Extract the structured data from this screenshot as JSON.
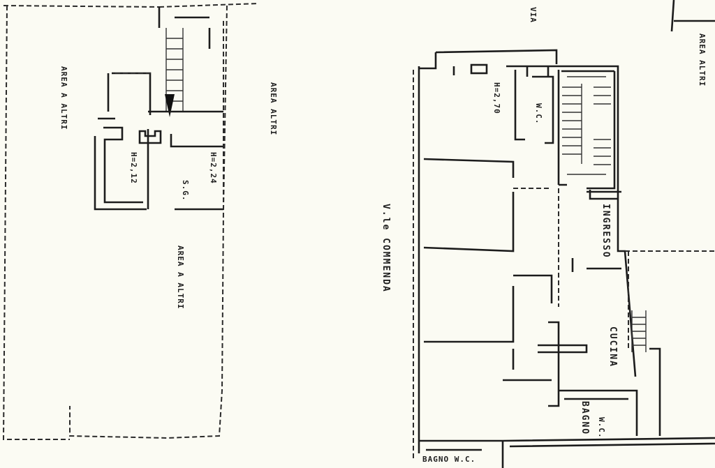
{
  "plan": {
    "street_label": "V.le COMMENDA",
    "top_street_label": "VIA",
    "rooms": {
      "ingresso": "INGRESSO",
      "cucina": "CUCINA",
      "bagno": "BAGNO",
      "wc_bottom": "W.C.",
      "wc_top": "W.C.",
      "bagno_bottom": "BAGNO W.C."
    },
    "heights": {
      "upper_left": "H=2,12",
      "upper_right": "H=2,24",
      "main": "H=2,70"
    },
    "small_room_label": "S.G.",
    "neighbour_labels": [
      "AREA A ALTRI",
      "AREA ALTRI",
      "AREA A ALTRI",
      "AREA ALTRI"
    ]
  }
}
